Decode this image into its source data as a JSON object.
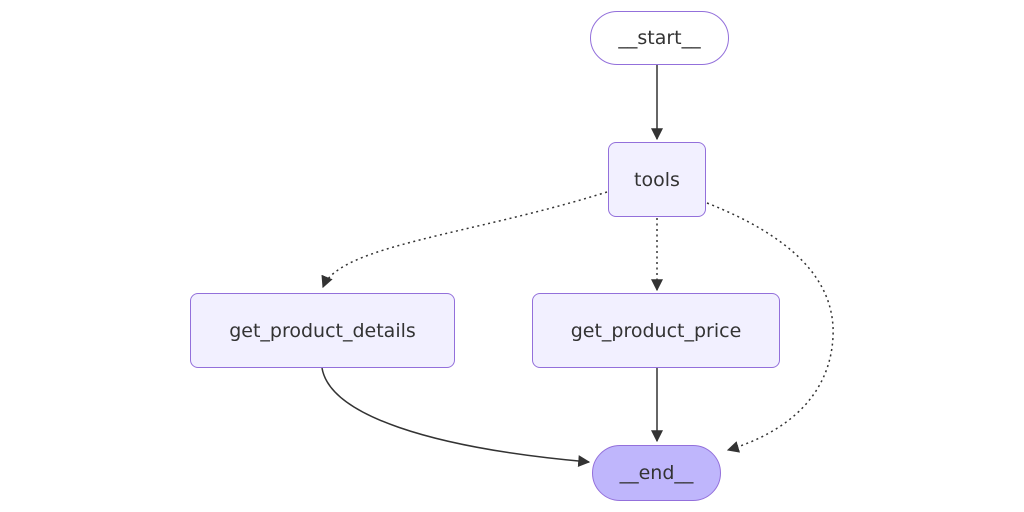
{
  "diagram": {
    "type": "flowchart",
    "nodes": {
      "start": {
        "label": "__start__",
        "shape": "pill"
      },
      "tools": {
        "label": "tools",
        "shape": "rect"
      },
      "get_product_details": {
        "label": "get_product_details",
        "shape": "rect"
      },
      "get_product_price": {
        "label": "get_product_price",
        "shape": "rect"
      },
      "end": {
        "label": "__end__",
        "shape": "pill"
      }
    },
    "edges": [
      {
        "from": "__start__",
        "to": "tools",
        "style": "solid",
        "arrow": true
      },
      {
        "from": "tools",
        "to": "get_product_details",
        "style": "dotted",
        "arrow": true
      },
      {
        "from": "tools",
        "to": "get_product_price",
        "style": "dotted",
        "arrow": true
      },
      {
        "from": "tools",
        "to": "__end__",
        "style": "dotted",
        "arrow": true
      },
      {
        "from": "get_product_details",
        "to": "__end__",
        "style": "solid",
        "arrow": true
      },
      {
        "from": "get_product_price",
        "to": "__end__",
        "style": "solid",
        "arrow": true
      }
    ],
    "colors": {
      "node_fill": "#f2f0ff",
      "node_border": "#9370db",
      "end_fill": "#bfb6fc",
      "edge": "#333333",
      "text": "#333333",
      "background": "#ffffff"
    }
  }
}
